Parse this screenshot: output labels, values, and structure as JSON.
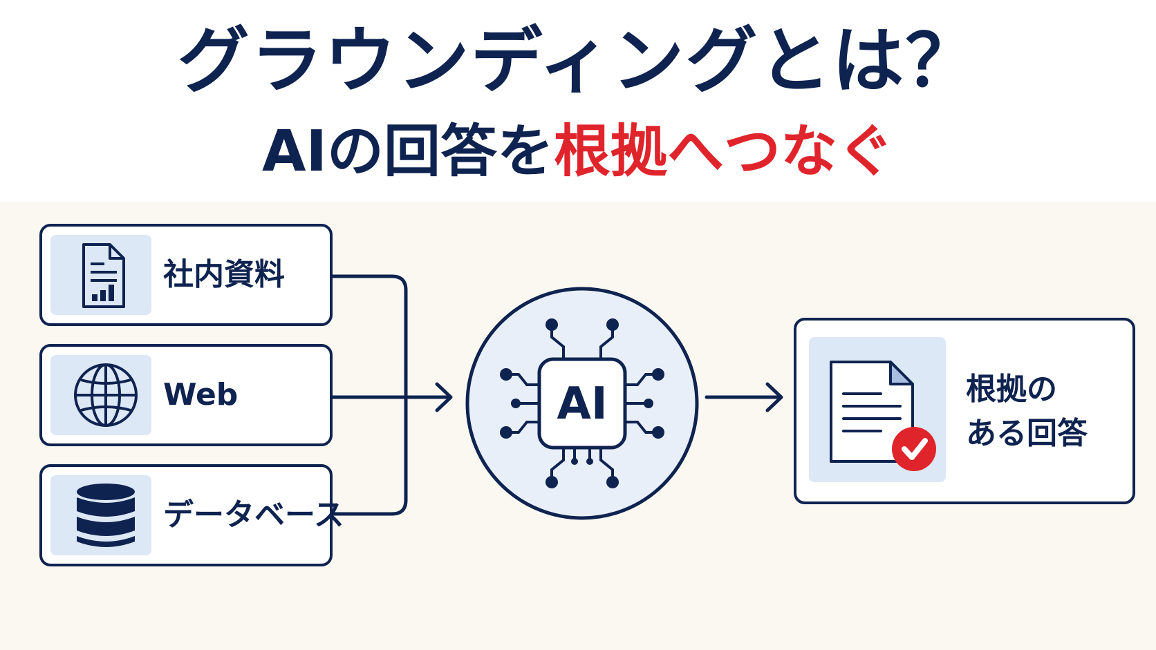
{
  "title": "グラウンディングとは？",
  "subtitle": {
    "part1": "AIの回答を",
    "part2": "根拠へつなぐ"
  },
  "sources": [
    {
      "label": "社内資料",
      "icon": "document-chart-icon"
    },
    {
      "label": "Web",
      "icon": "globe-icon"
    },
    {
      "label": "データベース",
      "icon": "database-icon"
    }
  ],
  "ai": {
    "label": "AI",
    "icon": "ai-chip-icon"
  },
  "result": {
    "line1": "根拠の",
    "line2": "ある回答",
    "icon": "document-check-icon"
  },
  "colors": {
    "navy": "#0f2350",
    "red": "#e0242b",
    "tile": "#dde8f6",
    "background": "#fbf8f1"
  }
}
